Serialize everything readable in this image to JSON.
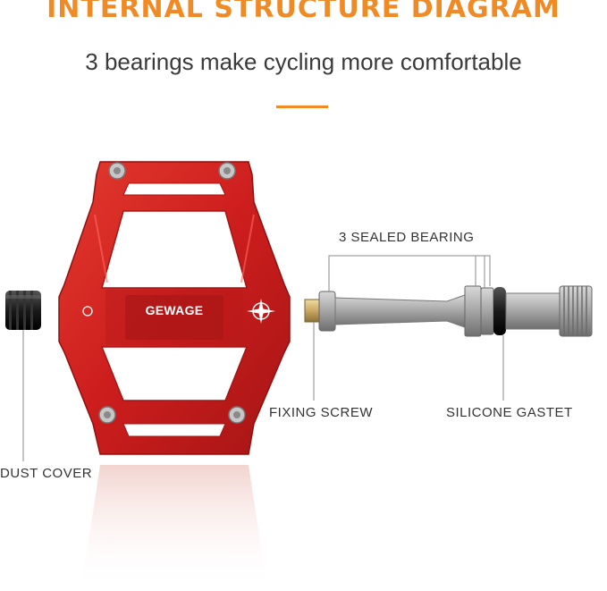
{
  "header": {
    "title": "INTERNAL STRUCTURE DIAGRAM",
    "subtitle": "3 bearings make cycling more comfortable"
  },
  "pedal": {
    "brand": "GEWAGE",
    "logo_icon": "compass-star-icon"
  },
  "labels": {
    "sealed_bearing": "3 SEALED BEARING",
    "fixing_screw": "FIXING SCREW",
    "silicone_gasket": "SILICONE GASTET",
    "dust_cover": "DUST COVER"
  },
  "colors": {
    "accent": "#f08a24",
    "pedal_red": "#d42121",
    "pedal_dark": "#9e1414",
    "axle_grey": "#9a9a9a",
    "leader_line": "#8a8a8a"
  }
}
